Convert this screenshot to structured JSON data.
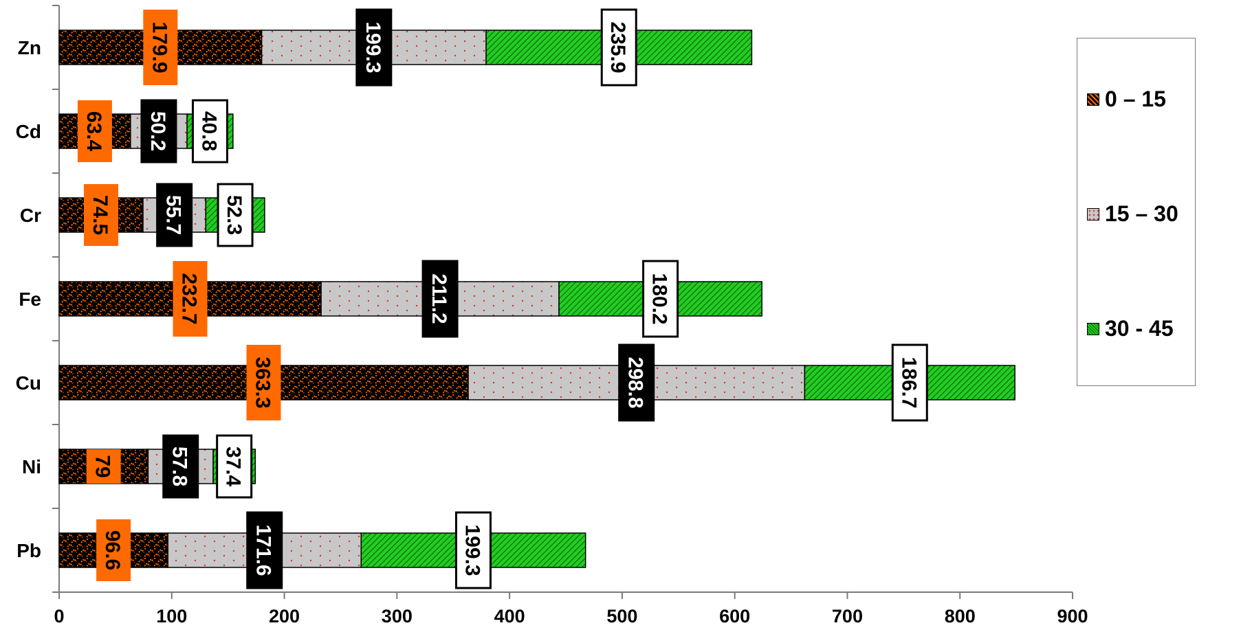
{
  "colors": {
    "series_0_15": "#ff6a00",
    "series_15_30": "#c8c8c8",
    "series_30_45": "#22cc22",
    "label_0_15_bg": "#ff6a00",
    "label_15_30_bg": "#000000",
    "label_30_45_bg": "#ffffff"
  },
  "chart_data": {
    "type": "bar",
    "orientation": "horizontal",
    "stacked": true,
    "categories": [
      "Zn",
      "Cd",
      "Cr",
      "Fe",
      "Cu",
      "Ni",
      "Pb"
    ],
    "series": [
      {
        "name": "0 – 15",
        "values": [
          179.9,
          63.4,
          74.5,
          232.7,
          363.3,
          79,
          96.6
        ]
      },
      {
        "name": "15 – 30",
        "values": [
          199.3,
          50.2,
          55.7,
          211.2,
          298.8,
          57.8,
          171.6
        ]
      },
      {
        "name": "30 - 45",
        "values": [
          235.9,
          40.8,
          52.3,
          180.2,
          186.7,
          37.4,
          199.3
        ]
      }
    ],
    "data_labels": [
      [
        "179.9",
        "63.4",
        "74.5",
        "232.7",
        "363.3",
        "79",
        "96.6"
      ],
      [
        "199.3",
        "50.2",
        "55.7",
        "211.2",
        "298.8",
        "57.8",
        "171.6"
      ],
      [
        "235.9",
        "40.8",
        "52.3",
        "180.2",
        "186.7",
        "37.4",
        "199.3"
      ]
    ],
    "x_ticks": [
      "0",
      "100",
      "200",
      "300",
      "400",
      "500",
      "600",
      "700",
      "800",
      "900"
    ],
    "xlim": [
      0,
      900
    ],
    "grid": false,
    "legend_position": "right"
  }
}
